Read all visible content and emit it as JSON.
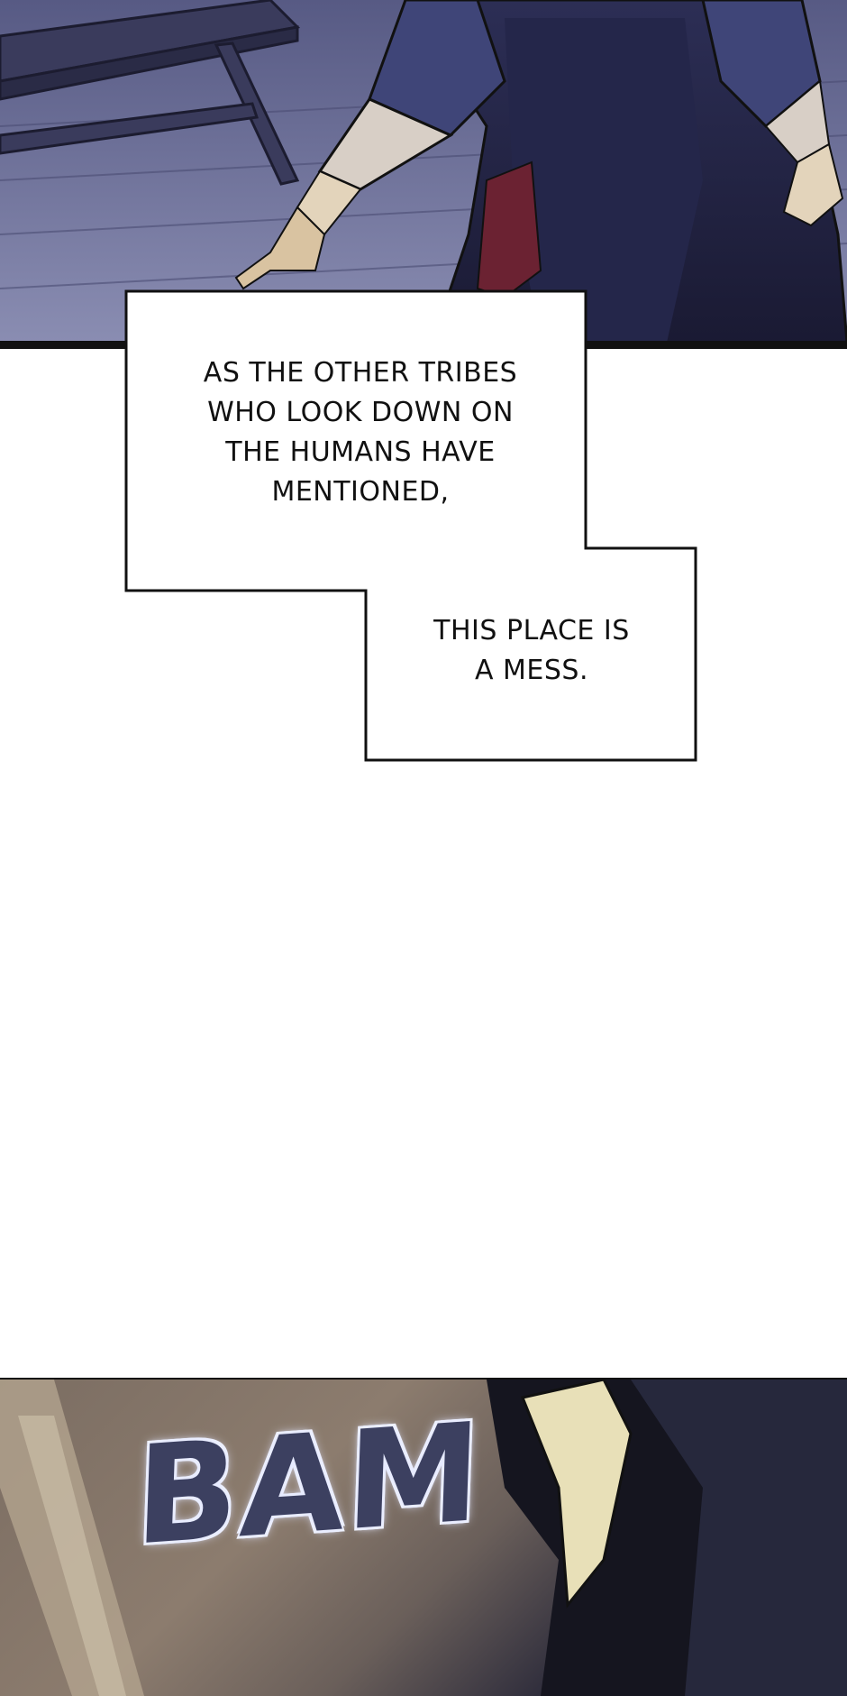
{
  "caption": {
    "lines_1": [
      "AS THE OTHER TRIBES",
      "WHO LOOK DOWN ON",
      "THE HUMANS HAVE",
      "MENTIONED,"
    ],
    "lines_2": [
      "THIS PLACE IS",
      "A MESS."
    ]
  },
  "sound_effect": "BAM",
  "colors": {
    "panel_border": "#111111",
    "caption_bg": "#ffffff",
    "caption_text": "#111111",
    "top_scene": "#6f7199",
    "sfx_fill": "#3c4060"
  }
}
